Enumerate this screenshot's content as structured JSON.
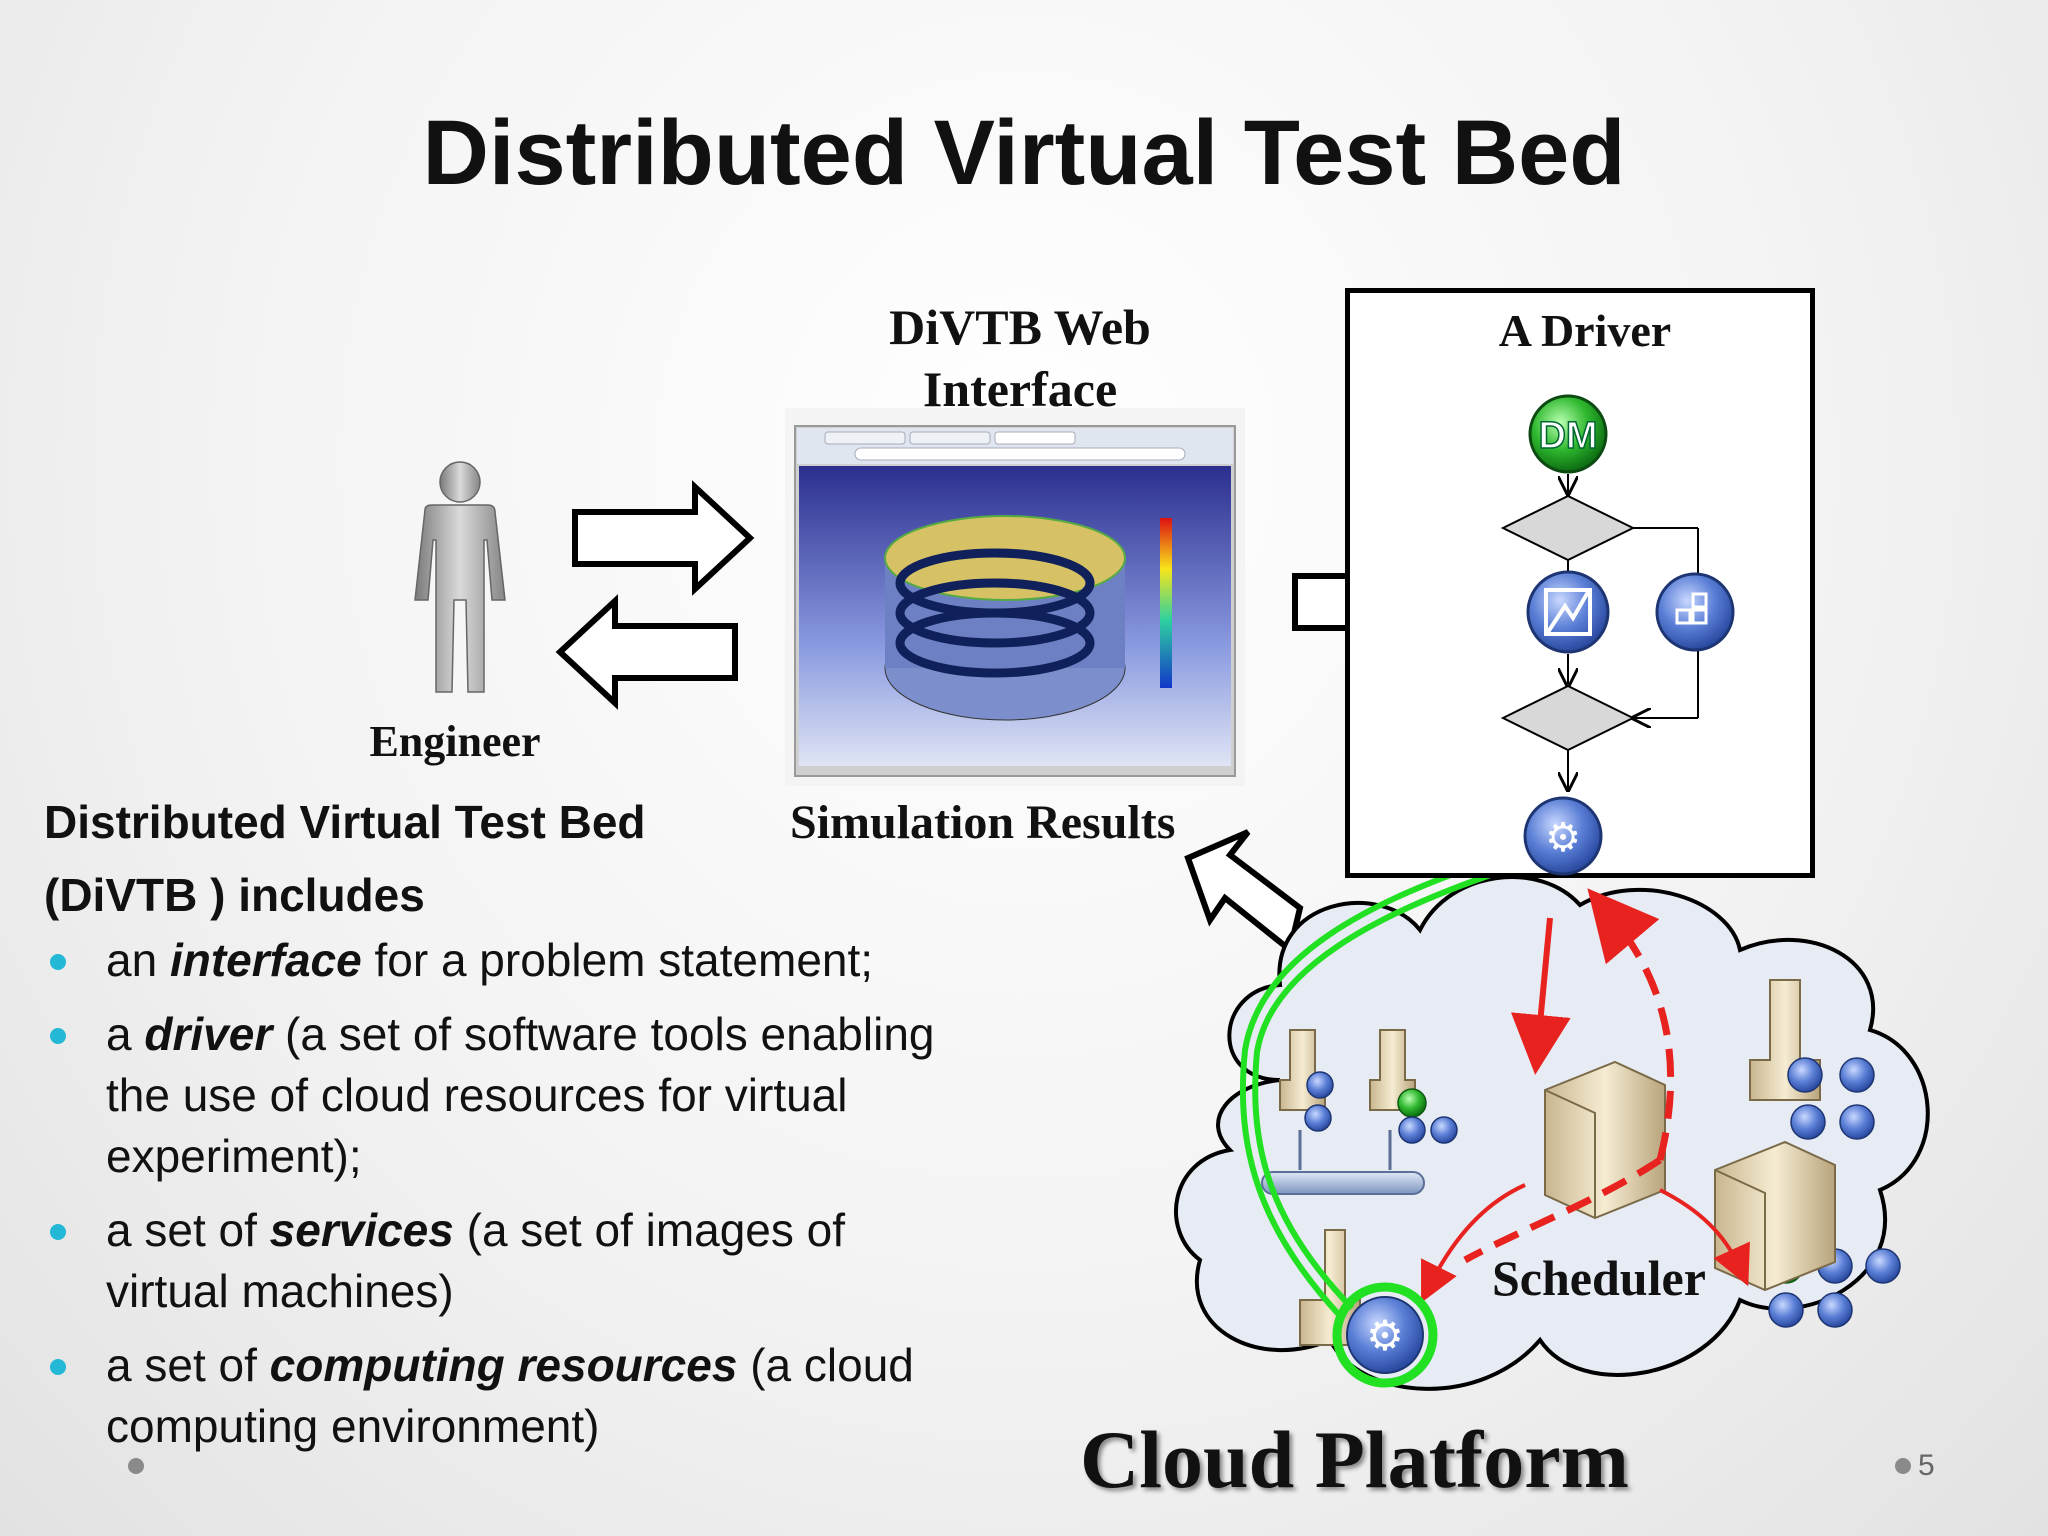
{
  "slide": {
    "title": "Distributed Virtual Test Bed",
    "page_number": "5"
  },
  "diagram": {
    "engineer_label": "Engineer",
    "web_interface_label": "DiVTB Web Interface",
    "driver_label": "A Driver",
    "simulation_results_label": "Simulation Results",
    "scheduler_label": "Scheduler",
    "cloud_platform_label": "Cloud Platform",
    "dm_badge": "DM",
    "colors": {
      "green_path": "#22e022",
      "red_arrow": "#e8231f",
      "node_blue": "#5b7fd6",
      "cloud_fill": "#e7ebf4"
    },
    "icons": [
      "person-icon",
      "dm-icon",
      "chart-node-icon",
      "blocks-node-icon",
      "gear-node-icon",
      "server-icon",
      "storage-tower-icon",
      "eye-icon"
    ]
  },
  "description": {
    "heading": "Distributed Virtual Test Bed (DiVTB ) includes",
    "bullets": [
      {
        "pre": "an ",
        "term": "interface",
        "post": " for a problem statement;"
      },
      {
        "pre": "a ",
        "term": "driver",
        "post": " (a set of software tools enabling the use of cloud resources for virtual experiment);"
      },
      {
        "pre": "a set of ",
        "term": "services",
        "post": " (a set of images of virtual machines)"
      },
      {
        "pre": "a set of ",
        "term": "computing resources",
        "post": " (a cloud computing environment)"
      }
    ]
  }
}
